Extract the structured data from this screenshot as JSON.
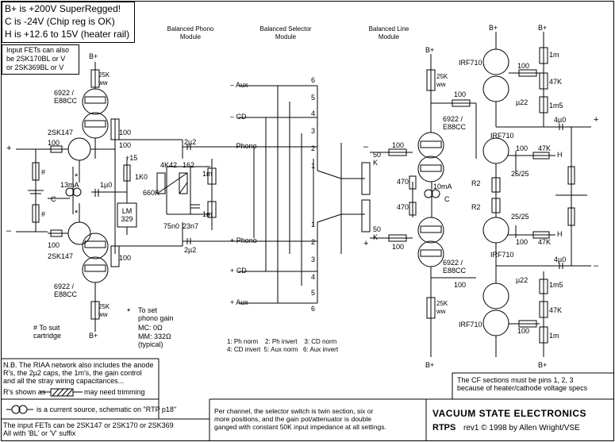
{
  "header": {
    "line1": "B+ is +200V SuperRegged!",
    "line2": "C is -24V (Chip reg is OK)",
    "line3": "H is +12.6 to 15V (heater rail)"
  },
  "fet_note": {
    "line1": "Input FETs can also",
    "line2": "be 2SK170BL or V",
    "line3": "or 2SK369BL or V"
  },
  "modules": {
    "phono": "Balanced Phono\nModule",
    "selector": "Balanced Selector\nModule",
    "line": "Balanced Line\nModule"
  },
  "phono_labels": {
    "bplus_top": "B+",
    "r25k_top": "25K\nww",
    "tube_top": "6922 /\nE88CC",
    "fet_top": "2SK147",
    "r100_a": "100",
    "r100_b": "100",
    "r100_c": "100",
    "plus_in": "+",
    "minus_in": "–",
    "hash_a": "#",
    "hash_b": "#",
    "cur": "13mA",
    "cap_c": "C",
    "star_a": "*",
    "star_b": "*",
    "cap_1u0": "1µ0",
    "plus15": "+15",
    "r1k0": "1K0",
    "lm": "LM\n329",
    "fet_bot": "2SK147",
    "tube_bot": "6922 /\nE88CC",
    "r25k_bot": "25K\nww",
    "bplus_bot": "B+",
    "r100_d": "100",
    "r100_e": "100",
    "cap_2u2_top": "2µ2",
    "cap_2u2_bot": "2µ2",
    "r4k42": "4K42",
    "r162": "162",
    "r660k": "660K",
    "r1m_a": "1m",
    "r1m_b": "1m",
    "c75n0": "75n0",
    "c23n7": "23n7"
  },
  "phono_notes": {
    "gain_title": "To set\nphono gain",
    "gain_star": "*",
    "mc": "MC: 0Ω",
    "mm": "MM: 332Ω\n(typical)",
    "hash_note": "# To suit\ncartridge"
  },
  "selector": {
    "inputs": [
      "– Aux",
      "– CD",
      "– Phono",
      "+ Phono",
      "+ CD",
      "+ Aux"
    ],
    "pins_top": [
      "6",
      "5",
      "4",
      "3",
      "2",
      "1"
    ],
    "pins_bot": [
      "1",
      "2",
      "3",
      "4",
      "5",
      "6"
    ],
    "legend": "1: Ph norm    2: Ph invert    3: CD norm\n4: CD invert  5: Aux norm   6: Aux invert"
  },
  "line_labels": {
    "bplus_a": "B+",
    "bplus_b": "B+",
    "bplus_c": "B+",
    "bplus_d": "B+",
    "bplus_e": "B+",
    "r25k_a": "25K\nww",
    "r25k_b": "25K\nww",
    "tube_a": "6922 /\nE88CC",
    "tube_b": "6922 /\nE88CC",
    "r100_1": "100",
    "r100_2": "100",
    "r100_3": "100",
    "r100_4": "100",
    "r100_5": "100",
    "r100_6": "100",
    "r100_7": "100",
    "r100_8": "100",
    "pot_a": "50\nK",
    "pot_b": "50\nK",
    "plus": "+",
    "minus": "–",
    "r470_a": "470",
    "r470_b": "470",
    "cur": "10mA",
    "cap_c": "C",
    "irf_a": "IRF710",
    "irf_b": "IRF710",
    "irf_c": "IRF710",
    "irf_d": "IRF710",
    "r1m_1": "1m",
    "r1m_2": "1m",
    "r47k_1": "47K",
    "r47k_2": "47K",
    "r47k_3": "47K",
    "r47k_4": "47K",
    "r1m5_a": "1m5",
    "r1m5_b": "1m5",
    "c22_a": "µ22",
    "c22_b": "µ22",
    "c4u0_a": "4µ0",
    "c4u0_b": "4µ0",
    "out_plus": "+",
    "out_minus": "–",
    "r2_a": "R2",
    "r2_b": "R2",
    "c2525_a": "25/25",
    "c2525_b": "25/25",
    "h_a": "H",
    "h_b": "H"
  },
  "notes": {
    "riaa": "N.B. The RIAA network also includes the anode\nR's, the 2µ2 caps, the 1m's, the gain control\nand all the stray wiring capacitances...",
    "riaa_trim_a": "R's shown as",
    "riaa_trim_b": "may need trimming",
    "current_source": "is a current source, schematic on \"RTP p18\"",
    "fet_alt": "The input FETs can be 2SK147 or 2SK170 or 2SK369\nAll with 'BL' or 'V' suffix",
    "switch": "Per channel, the selector switch is twin section, six or\nmore positions, and the gain pot/attenuator is double\nganged with constant 50K input impedance at all settings.",
    "cf": "The CF sections must be pins 1, 2, 3\nbecause of heater/cathode voltage specs"
  },
  "title_block": {
    "company": "VACUUM STATE ELECTRONICS",
    "model": "RTPS",
    "rev": "rev1 © 1998 by Allen Wright/VSE"
  }
}
